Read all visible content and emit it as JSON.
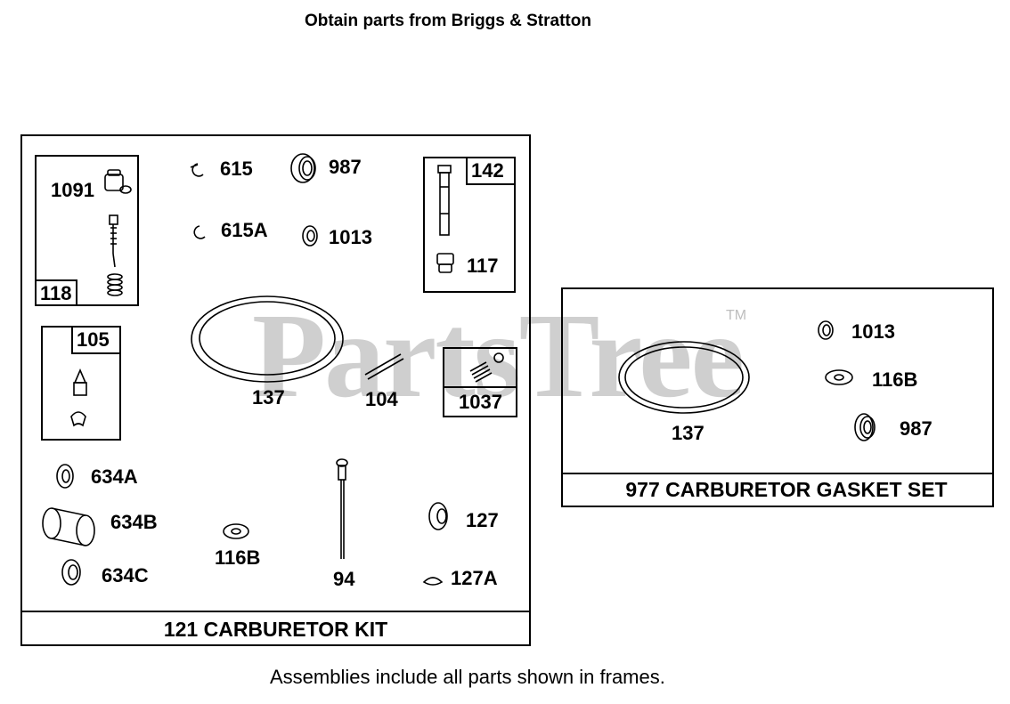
{
  "header": {
    "text": "Obtain parts from Briggs & Stratton"
  },
  "watermark": {
    "text": "PartsTree",
    "trademark": "TM"
  },
  "kit_121": {
    "title": "121 CARBURETOR KIT",
    "subframes": {
      "f118": "118",
      "f105": "105",
      "f142": "142",
      "f1037": "1037"
    },
    "parts": {
      "p1091": "1091",
      "p615": "615",
      "p987": "987",
      "p615A": "615A",
      "p1013": "1013",
      "p117": "117",
      "p137": "137",
      "p104": "104",
      "p634A": "634A",
      "p634B": "634B",
      "p634C": "634C",
      "p116B": "116B",
      "p94": "94",
      "p127": "127",
      "p127A": "127A"
    }
  },
  "kit_977": {
    "title": "977 CARBURETOR GASKET SET",
    "parts": {
      "p1013": "1013",
      "p116B": "116B",
      "p137": "137",
      "p987": "987"
    }
  },
  "footer": {
    "text": "Assemblies include all parts shown in frames."
  }
}
